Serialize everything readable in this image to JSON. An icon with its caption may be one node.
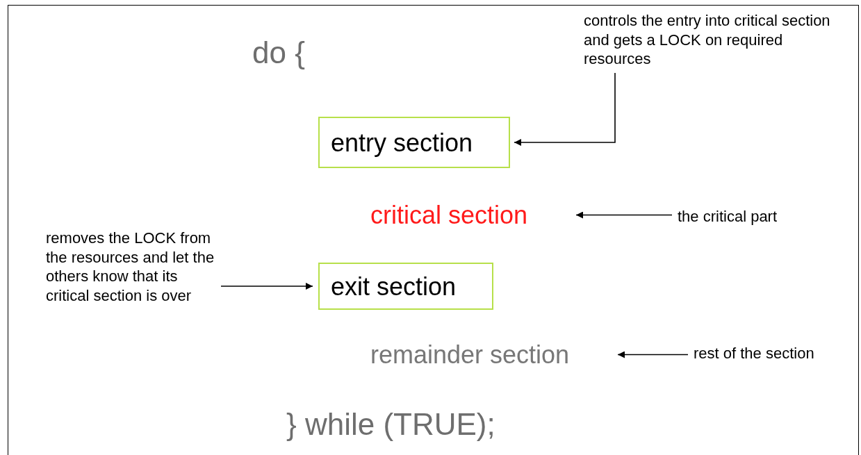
{
  "diagram": {
    "nodes": [
      {
        "text": [
          "entry section"
        ]
      },
      {
        "text": [
          "critical section"
        ]
      },
      {
        "text": [
          "exit section"
        ]
      },
      {
        "text": [
          "remainder section"
        ]
      },
      {
        "text": [
          "controls the entry into critical section and gets a LOCK on required resources"
        ]
      },
      {
        "text": [
          "the critical part"
        ]
      },
      {
        "text": [
          "removes the LOCK from the resources and let the others know that its critical section is over"
        ]
      },
      {
        "text": [
          "rest of the section"
        ]
      }
    ],
    "edges": [
      {
        "from": 4,
        "to": 0,
        "arrow": "to"
      },
      {
        "from": 5,
        "to": 1,
        "arrow": "to"
      },
      {
        "from": 6,
        "to": 2,
        "arrow": "to"
      },
      {
        "from": 7,
        "to": 3,
        "arrow": "to"
      }
    ],
    "labels": [
      "do {",
      "} while (TRUE);"
    ]
  }
}
